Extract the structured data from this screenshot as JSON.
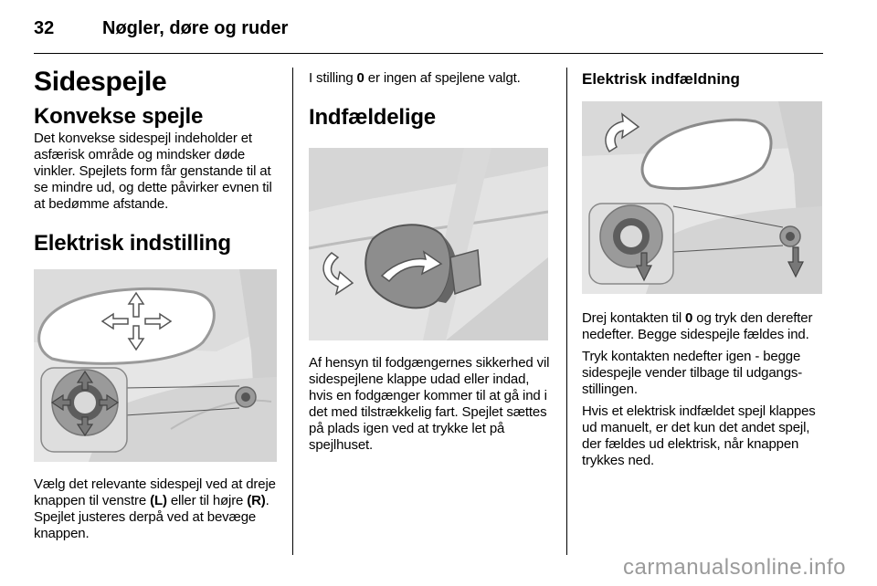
{
  "header": {
    "page_number": "32",
    "title": "Nøgler, døre og ruder"
  },
  "col1": {
    "h1": "Sidespejle",
    "h2_convex": "Konvekse spejle",
    "p_convex": "Det konvekse sidespejl indeholder et asfærisk område og mindsker døde vinkler. Spejlets form får genstande til at se mindre ud, og dette påvirker ev­nen til at bedømme afstande.",
    "h2_electric": "Elektrisk indstilling",
    "p_select_1": "Vælg det relevante sidespejl ved at dreje knappen til venstre ",
    "p_select_L": "(L)",
    "p_select_2": " eller til højre ",
    "p_select_R": "(R)",
    "p_select_3": ". Spejlet justeres derpå ved at bevæge knappen."
  },
  "col2": {
    "p_pos_1": "I stilling ",
    "p_pos_0": "0",
    "p_pos_2": " er ingen af spejlene valgt.",
    "h2_fold": "Indfældelige",
    "p_fold": "Af hensyn til fodgængernes sikkerhed vil sidespejlene klappe udad eller indad, hvis en fodgænger kommer til at gå ind i det med tilstrækkelig fart. Spejlet sættes på plads igen ved at trykke let på spejlhuset."
  },
  "col3": {
    "h3": "Elektrisk indfældning",
    "p1_a": "Drej kontakten til ",
    "p1_b": "0",
    "p1_c": " og tryk den der­efter nedefter. Begge sidespejle fæl­des ind.",
    "p2": "Tryk kontakten nedefter igen - begge sidespejle vender tilbage til udgangs­stillingen.",
    "p3": "Hvis et elektrisk indfældet spejl klap­pes ud manuelt, er det kun det andet spejl, der fældes ud elektrisk, når knappen trykkes ned."
  },
  "watermark": "carmanualsonline.info"
}
